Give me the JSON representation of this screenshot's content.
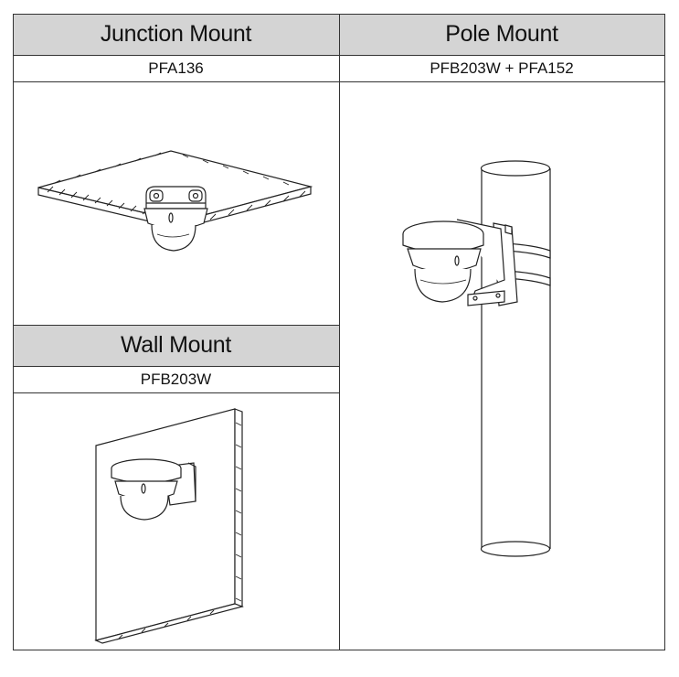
{
  "junction": {
    "title": "Junction Mount",
    "model": "PFA136"
  },
  "pole": {
    "title": "Pole Mount",
    "model": "PFB203W + PFA152"
  },
  "wall": {
    "title": "Wall Mount",
    "model": "PFB203W"
  }
}
